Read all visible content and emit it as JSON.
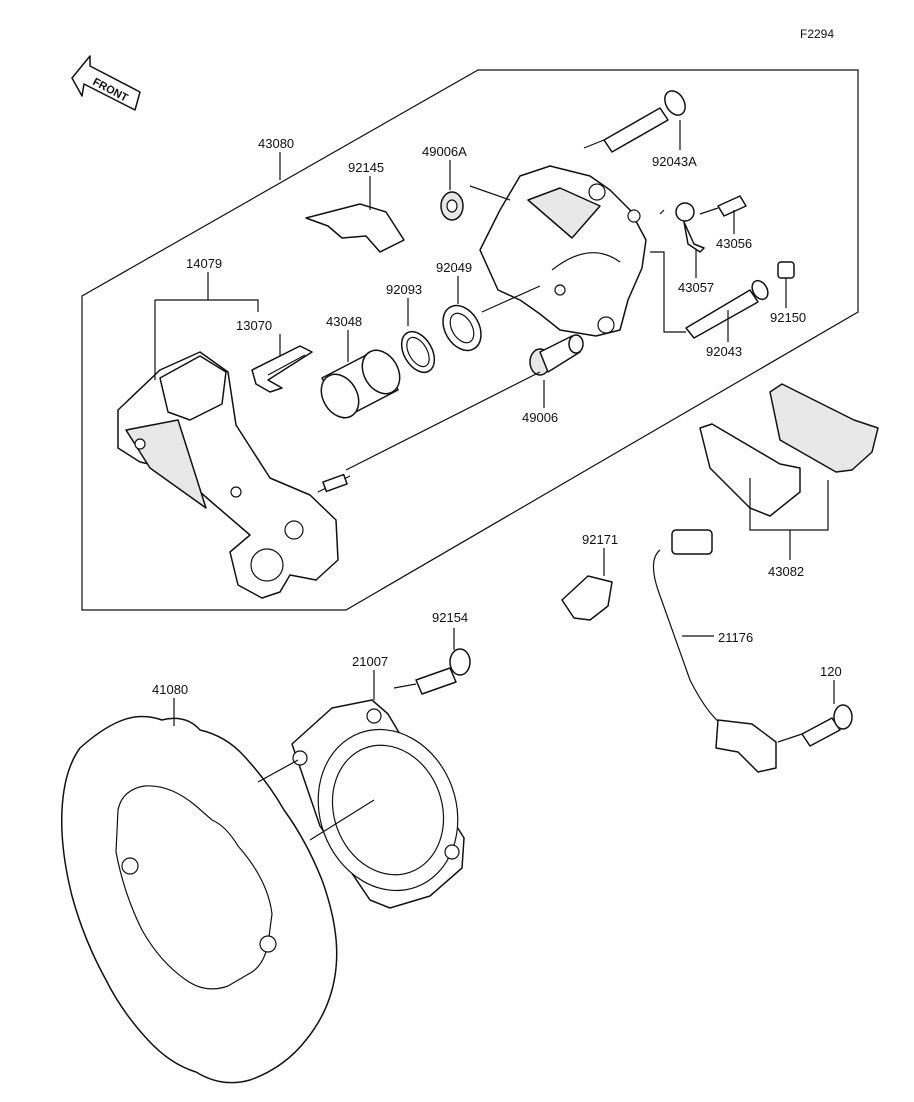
{
  "figure_code": "F2294",
  "front_arrow": {
    "label": "FRONT",
    "icon": "front-direction-arrow-icon"
  },
  "parts": [
    {
      "id": "43080"
    },
    {
      "id": "92145"
    },
    {
      "id": "49006A"
    },
    {
      "id": "92043A"
    },
    {
      "id": "43056"
    },
    {
      "id": "43057"
    },
    {
      "id": "92043"
    },
    {
      "id": "92150"
    },
    {
      "id": "14079"
    },
    {
      "id": "13070"
    },
    {
      "id": "43048"
    },
    {
      "id": "92093"
    },
    {
      "id": "92049"
    },
    {
      "id": "49006"
    },
    {
      "id": "43082"
    },
    {
      "id": "92171"
    },
    {
      "id": "21176"
    },
    {
      "id": "120"
    },
    {
      "id": "92154"
    },
    {
      "id": "21007"
    },
    {
      "id": "41080"
    }
  ]
}
